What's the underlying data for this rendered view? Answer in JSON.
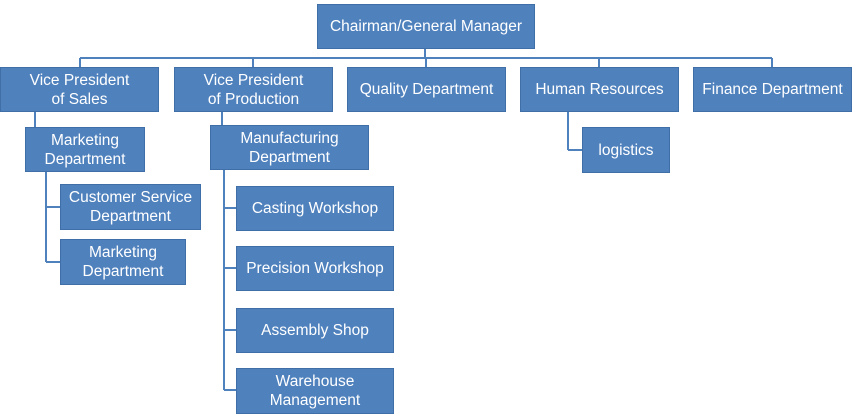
{
  "colors": {
    "box_fill": "#4f81bd",
    "box_text": "#ffffff",
    "connector": "#4f81bd"
  },
  "nodes": {
    "chairman": "Chairman/General Manager",
    "vp_sales": "Vice President\nof Sales",
    "vp_production": "Vice President\nof Production",
    "quality": "Quality Department",
    "human_resources": "Human Resources",
    "finance": "Finance Department",
    "marketing_dept_parent": "Marketing\nDepartment",
    "customer_service": "Customer Service\nDepartment",
    "marketing_dept_child": "Marketing\nDepartment",
    "manufacturing": "Manufacturing\nDepartment",
    "casting": "Casting Workshop",
    "precision": "Precision Workshop",
    "assembly": "Assembly Shop",
    "warehouse": "Warehouse\nManagement",
    "logistics": "logistics"
  }
}
